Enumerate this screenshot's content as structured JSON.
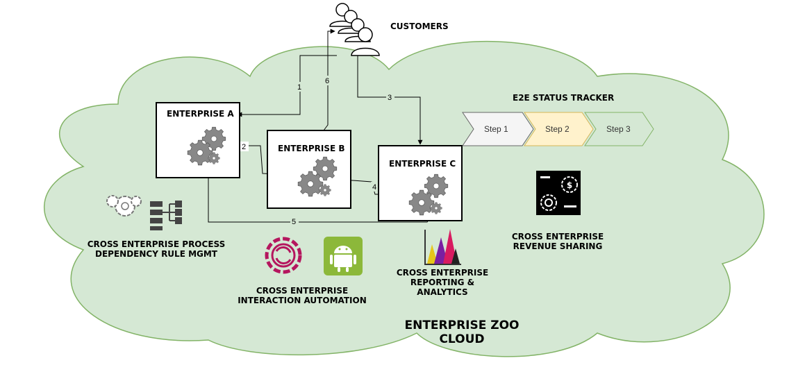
{
  "customers": {
    "label": "CUSTOMERS"
  },
  "enterprises": [
    {
      "label": "ENTERPRISE A"
    },
    {
      "label": "ENTERPRISE B"
    },
    {
      "label": "ENTERPRISE C"
    }
  ],
  "flows": [
    {
      "label": "1"
    },
    {
      "label": "2"
    },
    {
      "label": "3"
    },
    {
      "label": "4"
    },
    {
      "label": "5"
    },
    {
      "label": "6"
    }
  ],
  "tracker": {
    "title": "E2E STATUS TRACKER",
    "steps": [
      {
        "label": "Step 1",
        "color": "#f5f5f5"
      },
      {
        "label": "Step 2",
        "color": "#fff2cc"
      },
      {
        "label": "Step 3",
        "color": "#d5e8d4"
      }
    ]
  },
  "capabilities": {
    "dependency": {
      "line1": "CROSS ENTERPRISE PROCESS",
      "line2": "DEPENDENCY RULE MGMT"
    },
    "automation": {
      "line1": "CROSS ENTERPRISE",
      "line2": "INTERACTION AUTOMATION"
    },
    "reporting": {
      "line1": "CROSS ENTERPRISE",
      "line2": "REPORTING &",
      "line3": "ANALYTICS"
    },
    "revenue": {
      "line1": "CROSS ENTERPRISE",
      "line2": "REVENUE SHARING"
    }
  },
  "cloud": {
    "line1": "ENTERPRISE ZOO",
    "line2": "CLOUD",
    "color": "#d5e8d4"
  }
}
